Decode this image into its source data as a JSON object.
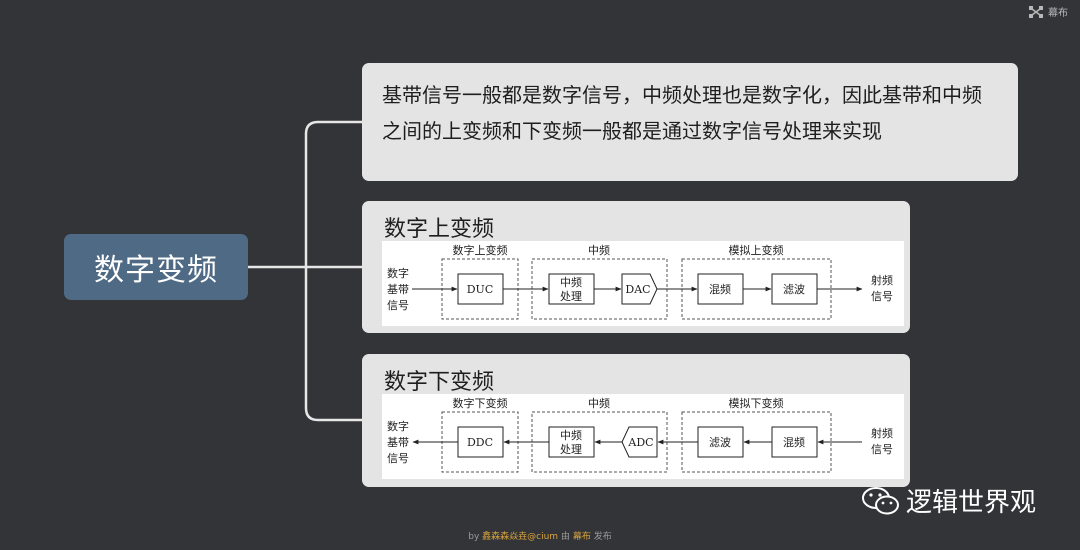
{
  "brand": {
    "label": "幕布",
    "icon": "mubu-logo-icon"
  },
  "center_node": {
    "label": "数字变频"
  },
  "intro_card": {
    "text": "基带信号一般都是数字信号，中频处理也是数字化，因此基带和中频之间的上变频和下变频一般都是通过数字信号处理来实现"
  },
  "up_card": {
    "title": "数字上变频",
    "groups": [
      "数字上变频",
      "中频",
      "模拟上变频"
    ],
    "input_label": [
      "数字",
      "基带",
      "信号"
    ],
    "blocks": [
      "DUC",
      "中频",
      "处理",
      "DAC",
      "混频",
      "滤波"
    ],
    "output_label": [
      "射频",
      "信号"
    ]
  },
  "down_card": {
    "title": "数字下变频",
    "groups": [
      "数字下变频",
      "中频",
      "模拟下变频"
    ],
    "output_label": [
      "数字",
      "基带",
      "信号"
    ],
    "blocks": [
      "DDC",
      "中频",
      "处理",
      "ADC",
      "滤波",
      "混频"
    ],
    "input_label": [
      "射频",
      "信号"
    ]
  },
  "watermark": {
    "label": "逻辑世界观",
    "icon": "wechat-icon"
  },
  "footer": {
    "by": "by",
    "author": "鑫森森焱垚@cium",
    "middle": "由",
    "app": "幕布",
    "end": "发布"
  }
}
